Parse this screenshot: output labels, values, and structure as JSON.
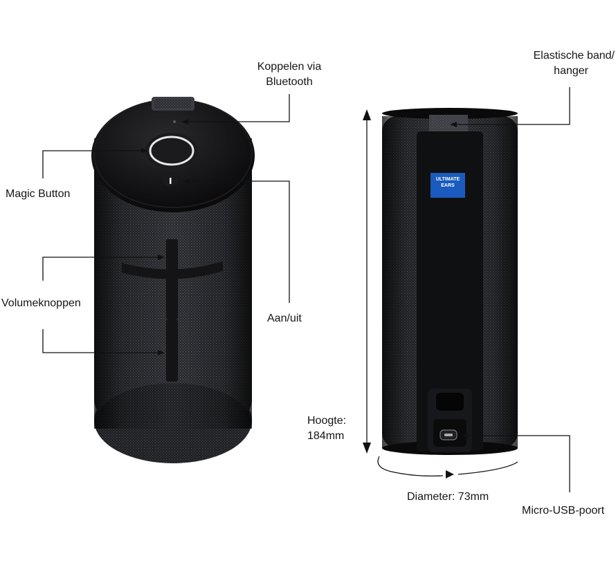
{
  "labels": {
    "koppelen": [
      "Koppelen via",
      "Bluetooth"
    ],
    "magic": "Magic Button",
    "volume": "Volumeknoppen",
    "aanuit": "Aan/uit",
    "elastische": [
      "Elastische band/",
      "hanger"
    ],
    "hoogte": [
      "Hoogte:",
      "184mm"
    ],
    "diameter": "Diameter: 73mm",
    "usb": "Micro-USB-poort"
  },
  "brand_tag": [
    "ULTIMATE",
    "EARS"
  ],
  "colors": {
    "body": "#2a2c30",
    "body_dark": "#121315",
    "top_cap": "#0d0d0f",
    "strap": "#111214",
    "brand_blue": "#1a5bbd",
    "line": "#111111"
  },
  "icons": [
    "bluetooth-led-icon",
    "magic-button-icon",
    "power-button-icon",
    "volume-plus-icon",
    "volume-minus-icon",
    "micro-usb-port-icon"
  ]
}
